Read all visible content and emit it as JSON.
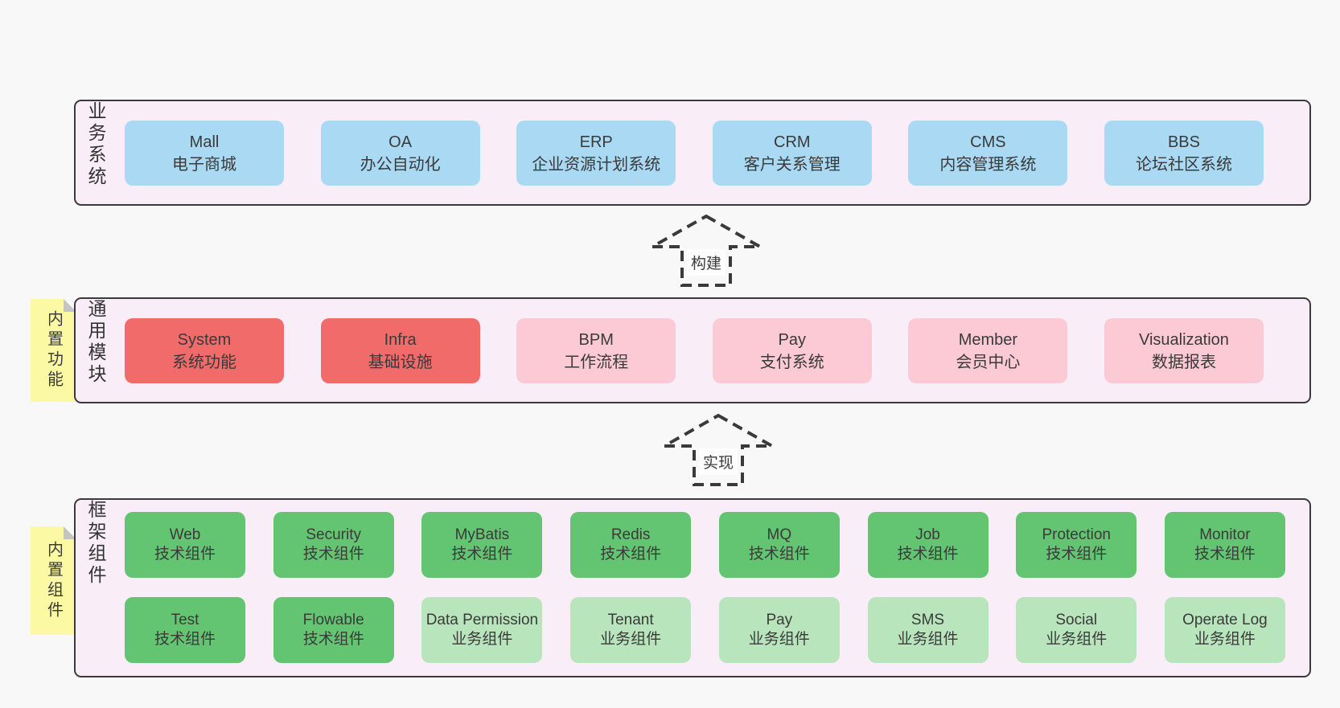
{
  "colors": {
    "canvas_bg": "#f8f8f8",
    "band_bg": "#f9eef8",
    "band_border": "#3a3a3a",
    "blue": "#a9d9f3",
    "red": "#f16b6b",
    "pink": "#fbcad4",
    "green_dark": "#63c471",
    "green_light": "#b9e5bd",
    "yellow": "#fbf9a3",
    "fold_gray": "#c4c4c4",
    "text_dark": "#3a3a3a"
  },
  "stickies": {
    "modules": "内置功能",
    "components": "内置组件"
  },
  "arrows": [
    {
      "label": "构建"
    },
    {
      "label": "实现"
    }
  ],
  "layers": {
    "business": {
      "label": "业务系统",
      "boxes": [
        {
          "title": "Mall",
          "subtitle": "电子商城"
        },
        {
          "title": "OA",
          "subtitle": "办公自动化"
        },
        {
          "title": "ERP",
          "subtitle": "企业资源计划系统"
        },
        {
          "title": "CRM",
          "subtitle": "客户关系管理"
        },
        {
          "title": "CMS",
          "subtitle": "内容管理系统"
        },
        {
          "title": "BBS",
          "subtitle": "论坛社区系统"
        }
      ]
    },
    "modules": {
      "label": "通用模块",
      "boxes": [
        {
          "title": "System",
          "subtitle": "系统功能"
        },
        {
          "title": "Infra",
          "subtitle": "基础设施"
        },
        {
          "title": "BPM",
          "subtitle": "工作流程"
        },
        {
          "title": "Pay",
          "subtitle": "支付系统"
        },
        {
          "title": "Member",
          "subtitle": "会员中心"
        },
        {
          "title": "Visualization",
          "subtitle": "数据报表"
        }
      ]
    },
    "components": {
      "label": "框架组件",
      "rows": [
        [
          {
            "title": "Web",
            "subtitle": "技术组件"
          },
          {
            "title": "Security",
            "subtitle": "技术组件"
          },
          {
            "title": "MyBatis",
            "subtitle": "技术组件"
          },
          {
            "title": "Redis",
            "subtitle": "技术组件"
          },
          {
            "title": "MQ",
            "subtitle": "技术组件"
          },
          {
            "title": "Job",
            "subtitle": "技术组件"
          },
          {
            "title": "Protection",
            "subtitle": "技术组件"
          },
          {
            "title": "Monitor",
            "subtitle": "技术组件"
          }
        ],
        [
          {
            "title": "Test",
            "subtitle": "技术组件"
          },
          {
            "title": "Flowable",
            "subtitle": "技术组件"
          },
          {
            "title": "Data Permission",
            "subtitle": "业务组件"
          },
          {
            "title": "Tenant",
            "subtitle": "业务组件"
          },
          {
            "title": "Pay",
            "subtitle": "业务组件"
          },
          {
            "title": "SMS",
            "subtitle": "业务组件"
          },
          {
            "title": "Social",
            "subtitle": "业务组件"
          },
          {
            "title": "Operate Log",
            "subtitle": "业务组件"
          }
        ]
      ]
    }
  }
}
